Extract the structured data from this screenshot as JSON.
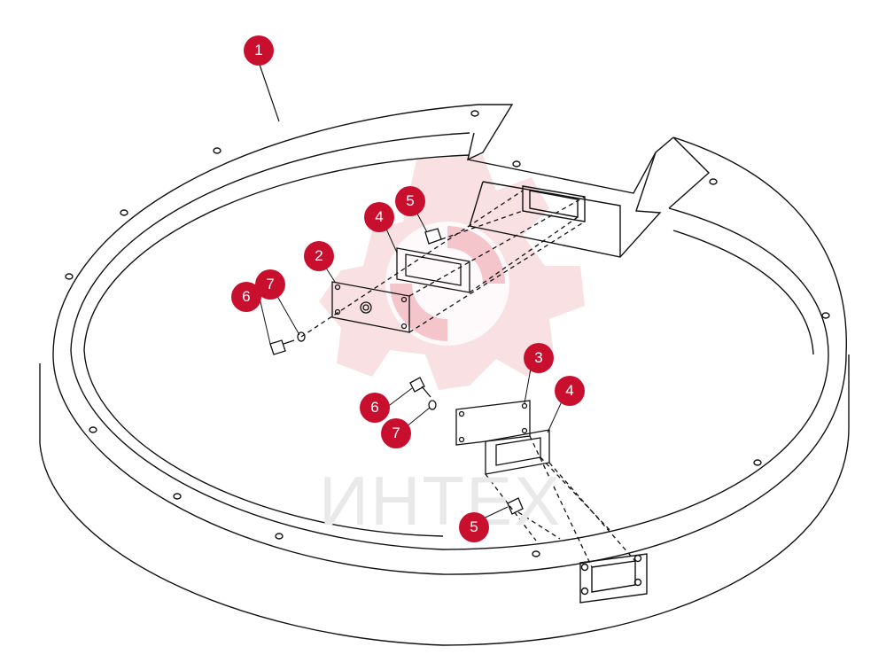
{
  "watermark": {
    "text": "ИНТЕХ"
  },
  "callouts": [
    {
      "id": "c1",
      "label": "1"
    },
    {
      "id": "c2",
      "label": "2"
    },
    {
      "id": "c3",
      "label": "3"
    },
    {
      "id": "c4a",
      "label": "4"
    },
    {
      "id": "c4b",
      "label": "4"
    },
    {
      "id": "c5a",
      "label": "5"
    },
    {
      "id": "c5b",
      "label": "5"
    },
    {
      "id": "c6a",
      "label": "6"
    },
    {
      "id": "c6b",
      "label": "6"
    },
    {
      "id": "c7a",
      "label": "7"
    },
    {
      "id": "c7b",
      "label": "7"
    }
  ],
  "colors": {
    "callout": "#c8102e",
    "line": "#111111",
    "watermark_gear": "#f6d3d7",
    "watermark_text": "#e9e9e9"
  }
}
